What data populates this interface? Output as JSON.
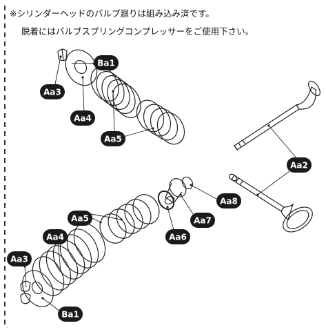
{
  "notes": {
    "line1": "※シリンダーヘッドのバルブ廻りは組み込み済です。",
    "line2": "脱着にはバルブスプリングコンプレッサーをご使用下さい。"
  },
  "labels": {
    "ba1_top": "Ba1",
    "aa3_top": "Aa3",
    "aa4_top": "Aa4",
    "aa5_top": "Aa5",
    "aa2": "Aa2",
    "aa8": "Aa8",
    "aa7": "Aa7",
    "aa6": "Aa6",
    "aa5_bottom": "Aa5",
    "aa4_bottom": "Aa4",
    "aa3_bottom": "Aa3",
    "ba1_bottom": "Ba1"
  },
  "colors": {
    "badge": "#1a1a1a",
    "line": "#222222",
    "border": "#333333"
  }
}
